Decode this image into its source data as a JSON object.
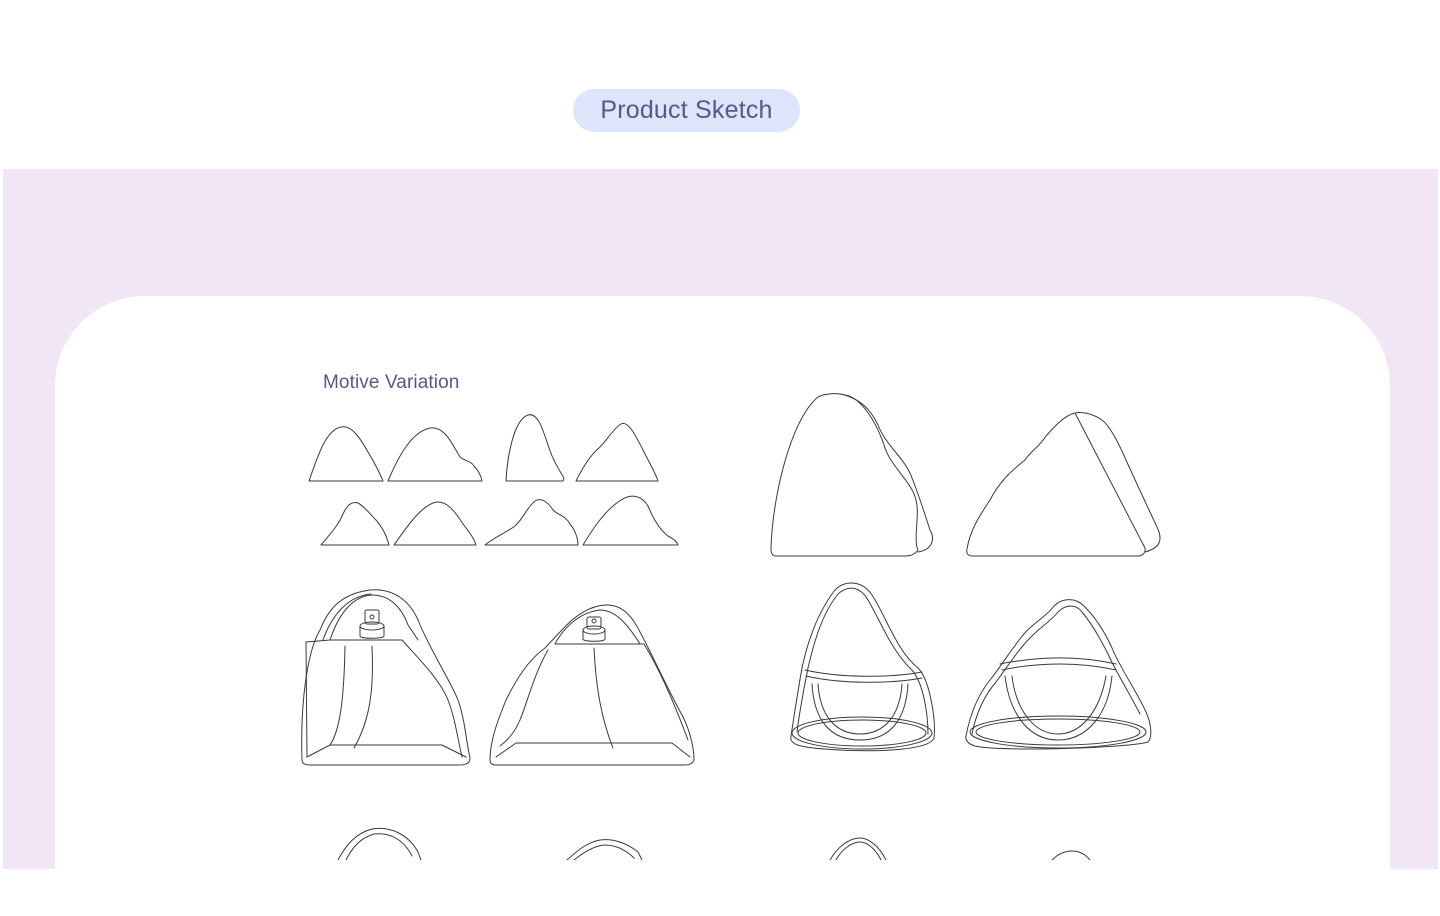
{
  "header": {
    "title_badge": "Product Sketch"
  },
  "content": {
    "section_label": "Motive Variation"
  },
  "colors": {
    "page_background": "#ffffff",
    "badge_background": "#dde5fa",
    "badge_text": "#56588a",
    "band_background": "#f1e7f4",
    "card_background": "#ffffff",
    "line_art": "#3a3a3a"
  },
  "illustrations": [
    "motive-silhouette-1",
    "motive-silhouette-2",
    "motive-silhouette-3",
    "motive-silhouette-4",
    "motive-silhouette-5",
    "motive-silhouette-6",
    "motive-silhouette-7",
    "motive-silhouette-8",
    "solid-bottle-tall",
    "solid-bottle-wide",
    "perfume-bottle-tall",
    "perfume-bottle-wide",
    "glass-bottle-tall",
    "glass-bottle-wide"
  ]
}
